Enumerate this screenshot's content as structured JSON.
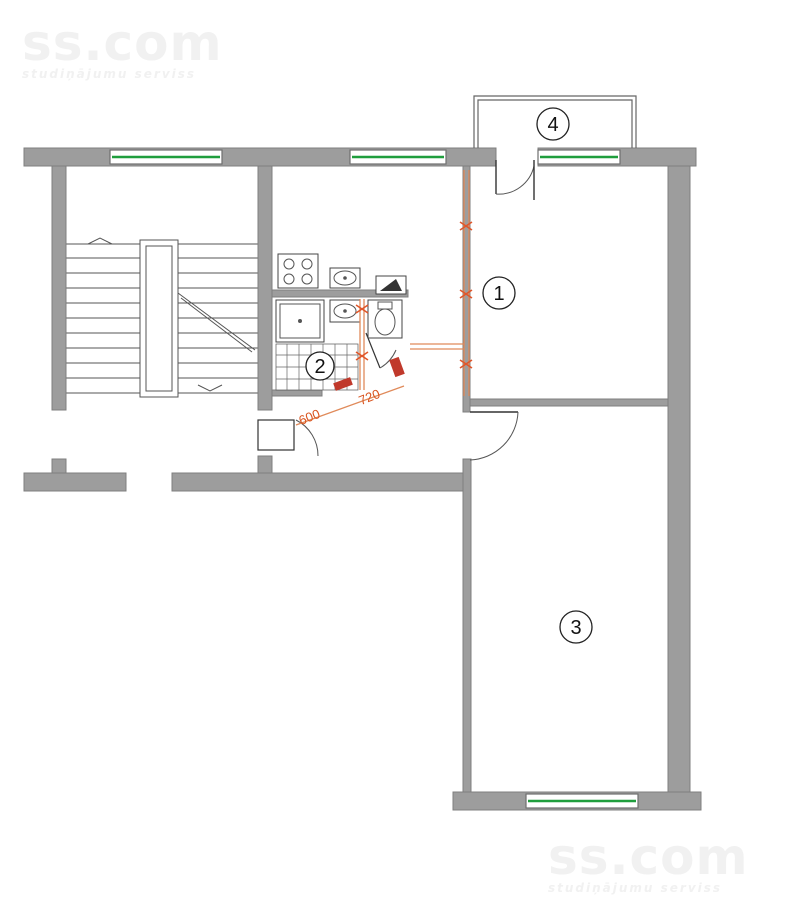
{
  "watermark": {
    "brand": "ss.com",
    "tagline": "studiņājumu serviss"
  },
  "rooms": [
    {
      "id": "1",
      "label": "1"
    },
    {
      "id": "2",
      "label": "2"
    },
    {
      "id": "3",
      "label": "3"
    },
    {
      "id": "4",
      "label": "4"
    }
  ],
  "dimensions": [
    {
      "id": "d600",
      "label": "600"
    },
    {
      "id": "d720",
      "label": "720"
    }
  ],
  "colors": {
    "wall": "#9d9d9d",
    "window_glass": "#1f9e3d",
    "renovation_marks": "#e0562a"
  }
}
